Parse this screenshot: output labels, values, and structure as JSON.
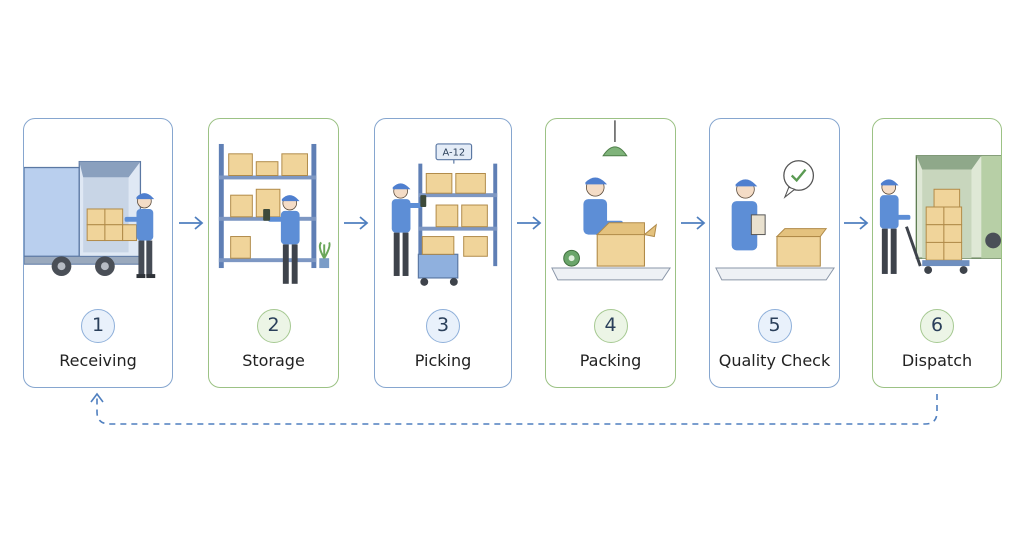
{
  "steps": [
    {
      "number": "1",
      "label": "Receiving",
      "theme": "blue"
    },
    {
      "number": "2",
      "label": "Storage",
      "theme": "green"
    },
    {
      "number": "3",
      "label": "Picking",
      "theme": "blue"
    },
    {
      "number": "4",
      "label": "Packing",
      "theme": "green"
    },
    {
      "number": "5",
      "label": "Quality Check",
      "theme": "blue"
    },
    {
      "number": "6",
      "label": "Dispatch",
      "theme": "green"
    }
  ],
  "shelf_tag": "A-12",
  "icons": {
    "flow_arrow": "right-arrow-icon",
    "loop_arrow": "loop-back-arrow-icon",
    "check_bubble": "checkmark-icon",
    "lamp": "lamp-icon"
  },
  "colors": {
    "blue_border": "#86a6cf",
    "green_border": "#9cc285",
    "arrow": "#4f7fbf",
    "shirt": "#5d8ed6",
    "box": "#f0d49a"
  }
}
